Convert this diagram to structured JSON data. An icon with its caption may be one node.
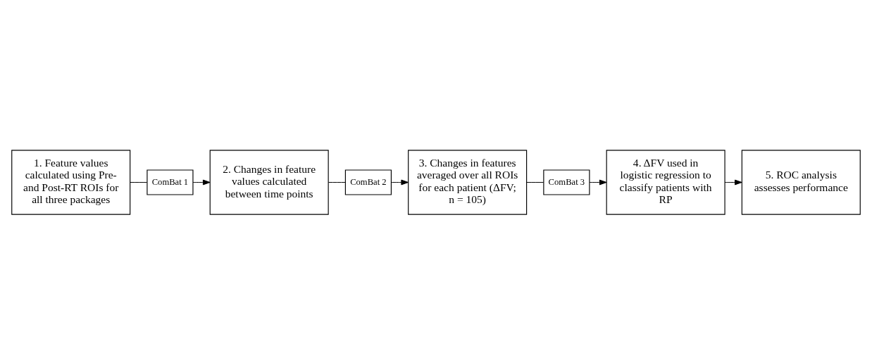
{
  "diagram": {
    "nodes": [
      {
        "text": [
          "1. Feature values calculated using Pre- and Post-RT ROIs for all three packages"
        ]
      },
      {
        "text": [
          "ComBat 1"
        ]
      },
      {
        "text": [
          "2. Changes in feature values calculated between time points"
        ]
      },
      {
        "text": [
          "ComBat 2"
        ]
      },
      {
        "text": [
          "3. Changes in features averaged over all ROIs for each patient (ΔFV; n = 105)"
        ]
      },
      {
        "text": [
          "ComBat 3"
        ]
      },
      {
        "text": [
          "4. ΔFV used in logistic regression to classify patients with RP"
        ]
      },
      {
        "text": [
          "5. ROC analysis assesses performance"
        ]
      }
    ],
    "edges": [
      {
        "from": 0,
        "to": 1,
        "arrow": "none"
      },
      {
        "from": 1,
        "to": 2,
        "arrow": "to"
      },
      {
        "from": 2,
        "to": 3,
        "arrow": "none"
      },
      {
        "from": 3,
        "to": 4,
        "arrow": "to"
      },
      {
        "from": 4,
        "to": 5,
        "arrow": "none"
      },
      {
        "from": 5,
        "to": 6,
        "arrow": "to"
      },
      {
        "from": 6,
        "to": 7,
        "arrow": "to"
      }
    ]
  }
}
